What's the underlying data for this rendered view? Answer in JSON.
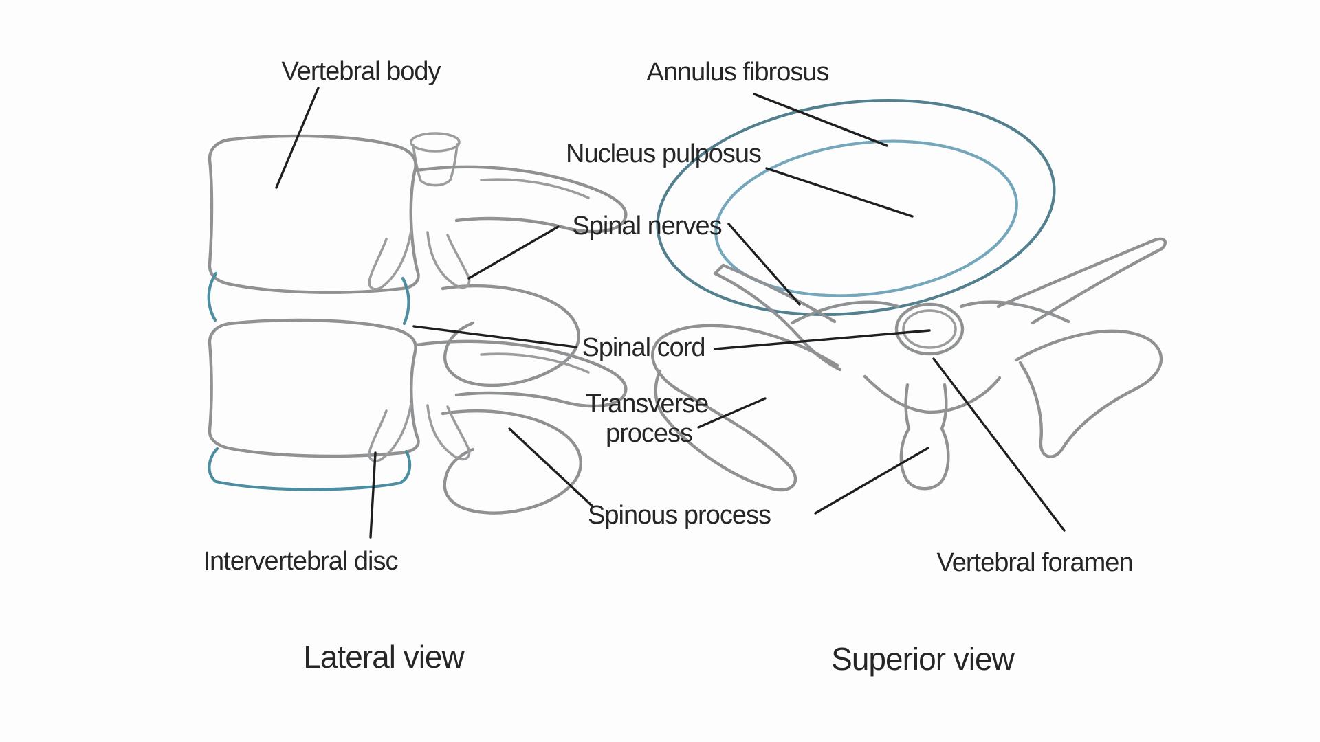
{
  "figure": {
    "type": "anatomical-diagram",
    "subject": "Vertebrae and intervertebral disc anatomy",
    "views": {
      "lateral_title": "Lateral view",
      "superior_title": "Superior view"
    },
    "labels": {
      "vertebral_body": "Vertebral body",
      "annulus_fibrosus": "Annulus fibrosus",
      "nucleus_pulposus": "Nucleus pulposus",
      "spinal_nerves": "Spinal nerves",
      "spinal_cord": "Spinal cord",
      "transverse_process_line1": "Transverse",
      "transverse_process_line2": "process",
      "spinous_process": "Spinous process",
      "intervertebral_disc": "Intervertebral disc",
      "vertebral_foramen": "Vertebral foramen"
    },
    "colors": {
      "background": "#fdfdfd",
      "outline_gray": "#8f9193",
      "annulus_teal": "#53808f",
      "nucleus_teal": "#74a7bc",
      "disc_teal": "#4b8da1",
      "label_text": "#262626",
      "leader_line": "#1f1f1f"
    }
  }
}
